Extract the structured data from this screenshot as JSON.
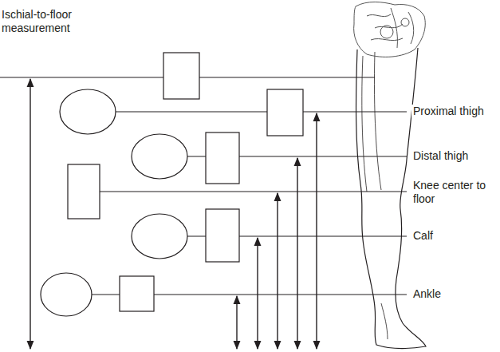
{
  "diagram": {
    "labels": [
      "Ischial-to-floor measurement",
      "Proximal thigh",
      "Distal thigh",
      "Knee center to floor",
      "Calf",
      "Ankle"
    ]
  }
}
